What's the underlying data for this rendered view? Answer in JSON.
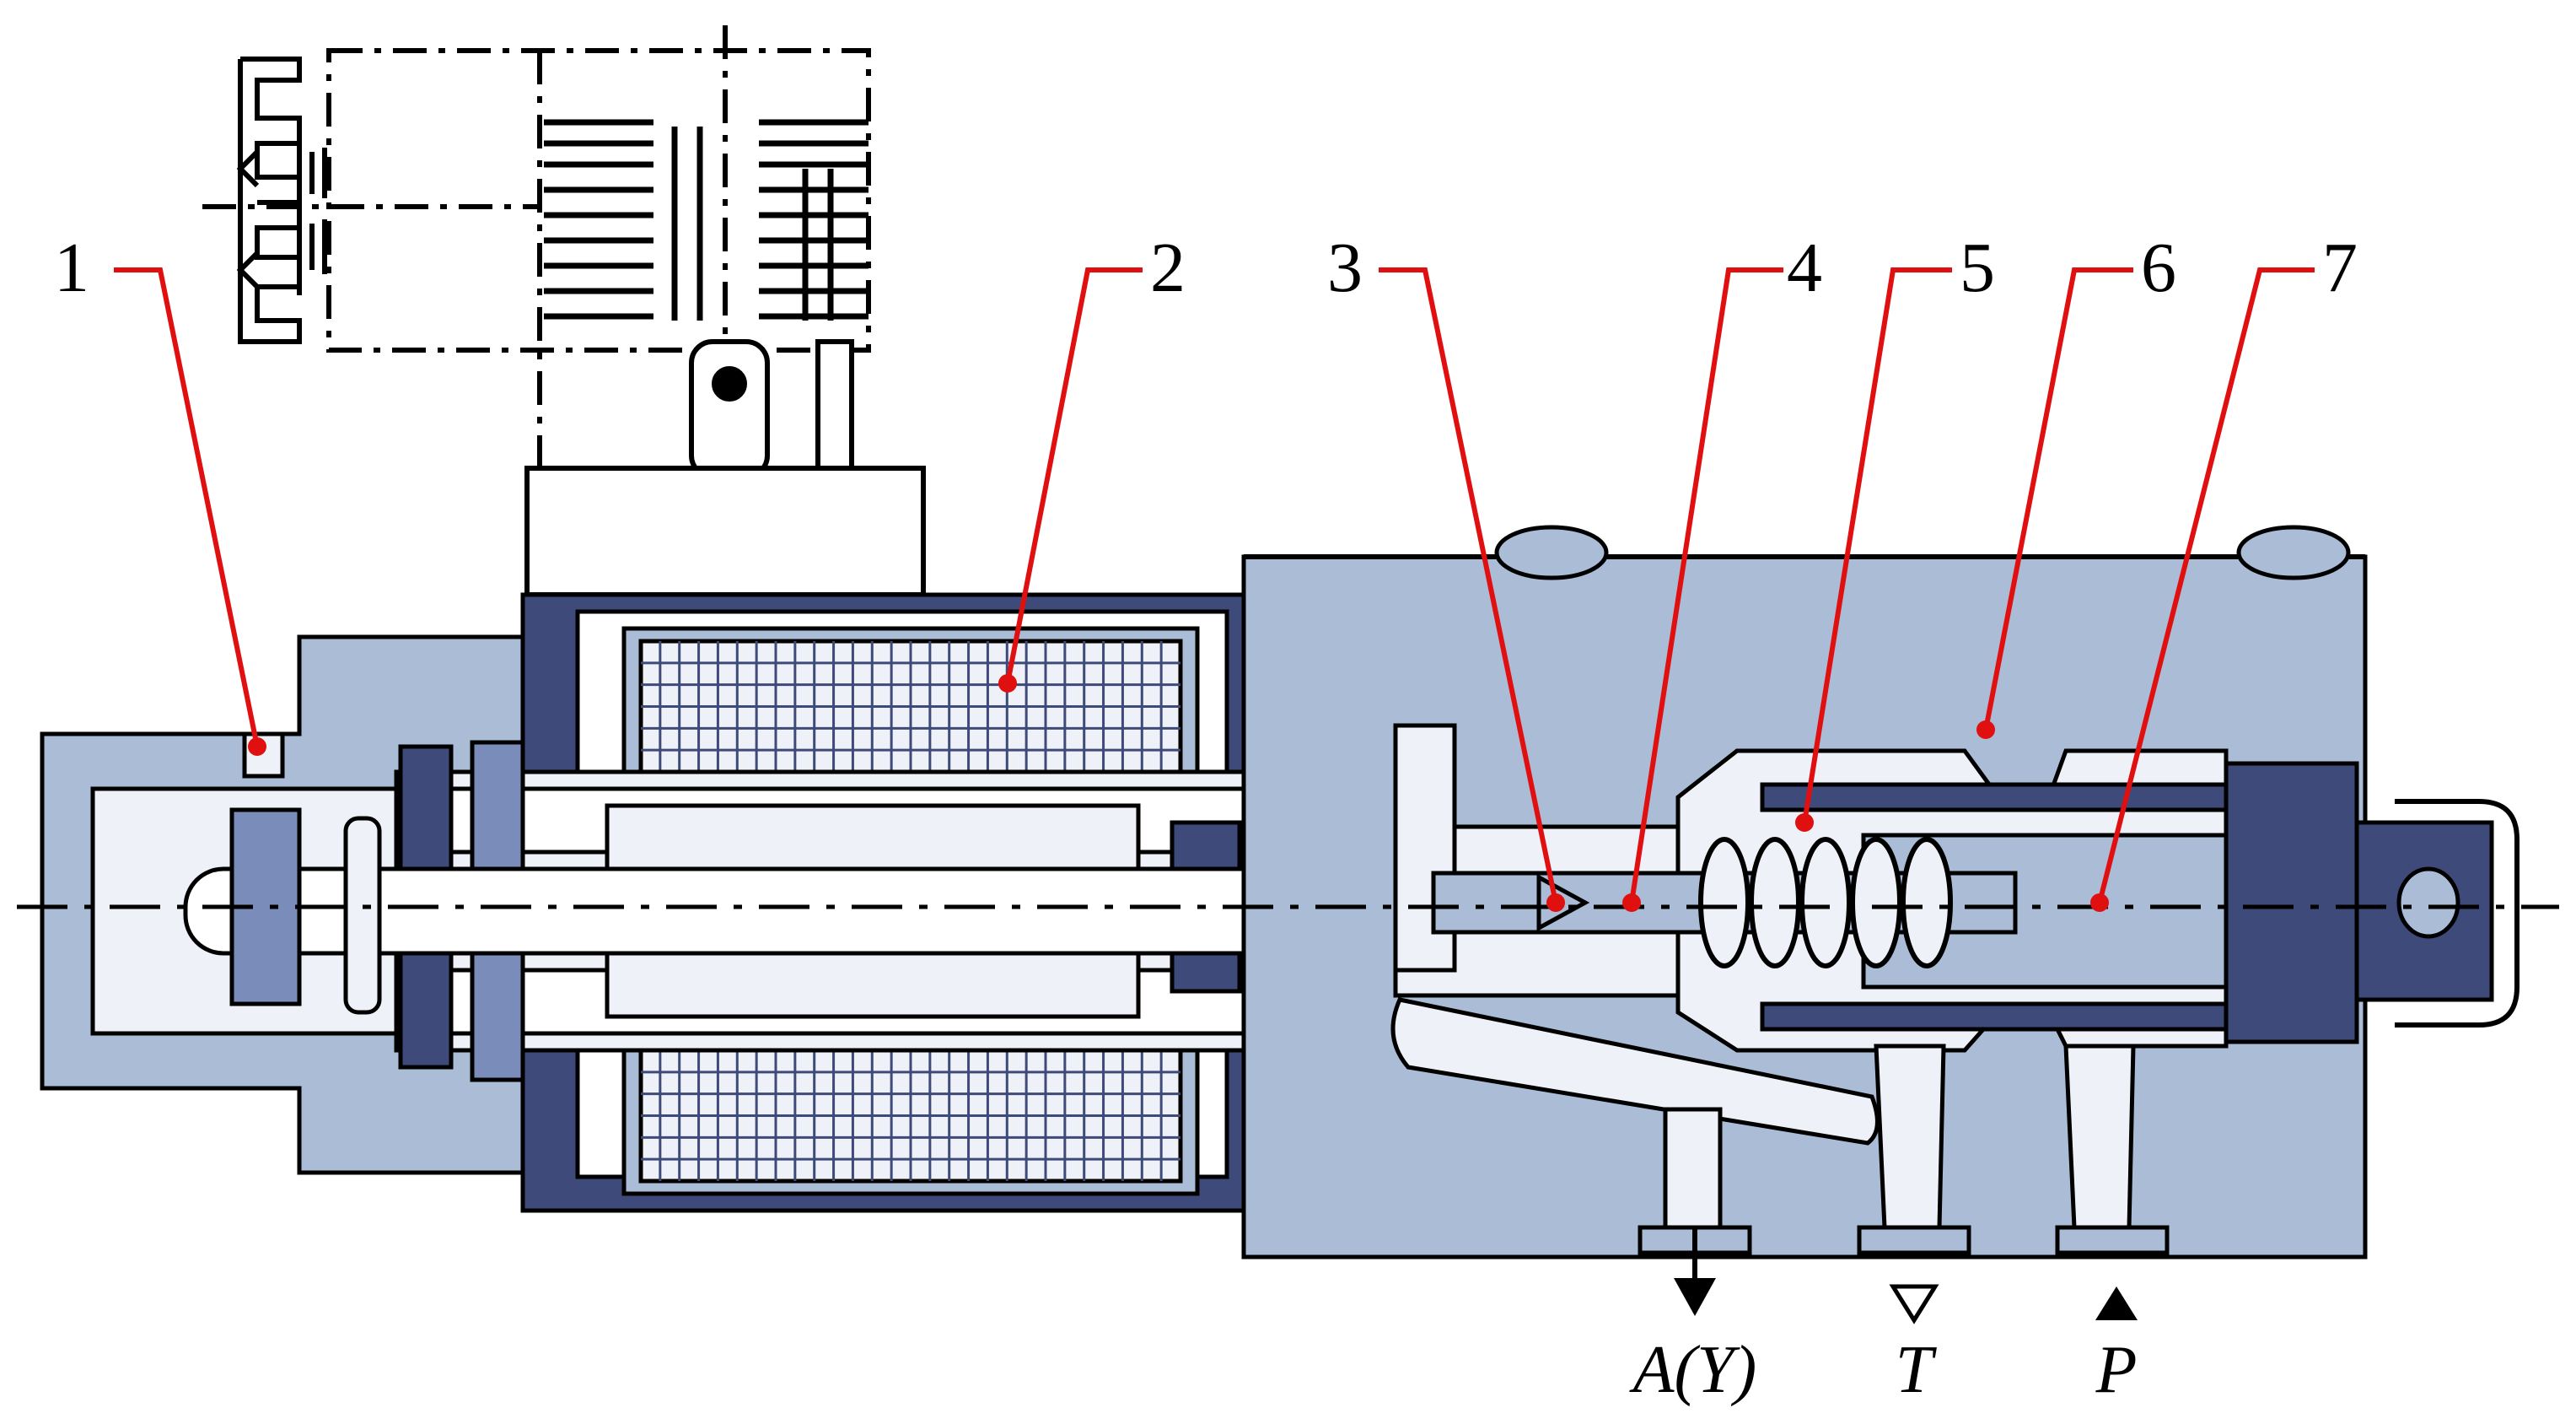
{
  "callouts": [
    {
      "id": "c1",
      "label": "1"
    },
    {
      "id": "c2",
      "label": "2"
    },
    {
      "id": "c3",
      "label": "3"
    },
    {
      "id": "c4",
      "label": "4"
    },
    {
      "id": "c5",
      "label": "5"
    },
    {
      "id": "c6",
      "label": "6"
    },
    {
      "id": "c7",
      "label": "7"
    }
  ],
  "ports": {
    "a": "A(Y)",
    "t": "T",
    "p": "P"
  },
  "colors": {
    "body_light": "#aabcd6",
    "body_dark": "#3e4a7a",
    "body_mid": "#7a8dba",
    "cavity": "#eef1f7",
    "callout_line": "#e01010",
    "outline": "#000000"
  }
}
